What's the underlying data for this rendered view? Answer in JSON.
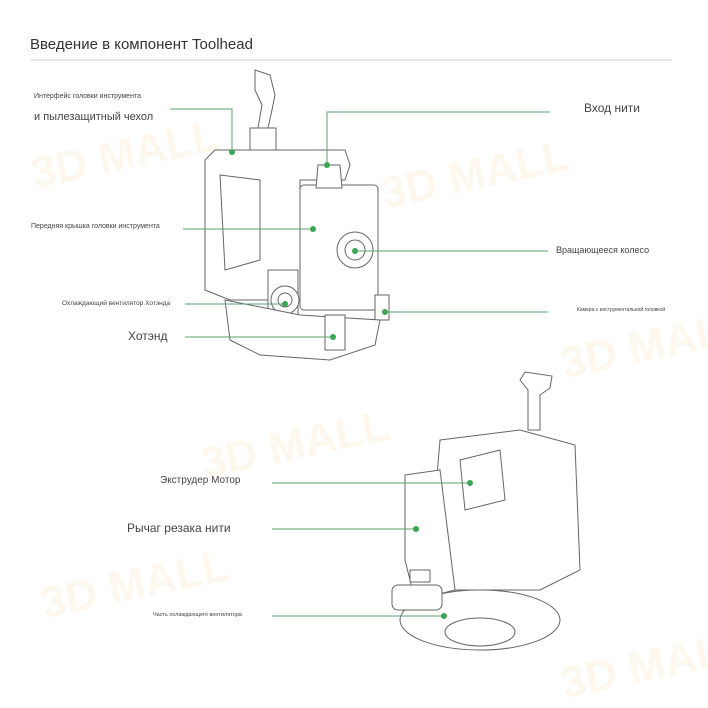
{
  "title": "Введение в компонент Toolhead",
  "labels": {
    "interface_line1": "Интерфейс головки инструмента",
    "interface_line2": "и пылезащитный чехол",
    "filament_inlet": "Вход нити",
    "front_cover": "Передняя крышка головки инструмента",
    "rotating_wheel": "Вращающееся колесо",
    "hotend_fan": "Охлаждающий вентилятор Хотэнда",
    "camera": "Камера с инструментальной головкой",
    "hotend": "Хотэнд",
    "extruder_motor": "Экструдер Мотор",
    "cutter_lever": "Рычаг резака нити",
    "cooling_fan_part": "Часть охлаждающего вентилятора"
  },
  "watermark": "3D MALL",
  "colors": {
    "accent": "#3aa655",
    "line": "#5aa36a"
  }
}
